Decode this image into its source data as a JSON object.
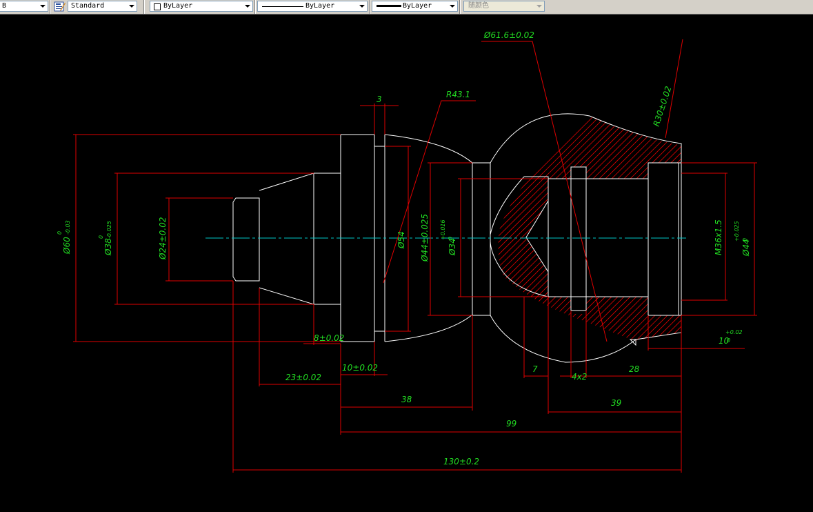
{
  "toolbar": {
    "layer_fragment": "B",
    "text_style": "Standard",
    "color": "ByLayer",
    "linetype": "ByLayer",
    "lineweight": "ByLayer",
    "plot_style": "随颜色"
  },
  "drawing": {
    "dims": {
      "d60": "Ø60",
      "d60_tol_up": "0",
      "d60_tol_lo": "-0.03",
      "d38": "Ø38",
      "d38_tol_up": "0",
      "d38_tol_lo": "-0.025",
      "d24": "Ø24±0.02",
      "d54": "Ø54",
      "d44a": "Ø44±0.025",
      "d34": "Ø34",
      "d34_tol_up": "+0.016",
      "d34_tol_lo": "0",
      "m36": "M36x1.5",
      "d44b": "Ø44",
      "d44b_tol_up": "+0.025",
      "d44b_tol_lo": "0",
      "d61": "Ø61.6±0.02",
      "r43": "R43.1",
      "r30": "R30±0.02",
      "w3": "3",
      "l8": "8±0.02",
      "l23": "23±0.02",
      "l10a": "10±0.02",
      "l7": "7",
      "l4x2": "4x2",
      "l28": "28",
      "l38": "38",
      "l39": "39",
      "l99": "99",
      "l130": "130±0.2",
      "l10b": "10",
      "l10b_tol_up": "+0.02",
      "l10b_tol_lo": "0"
    }
  }
}
